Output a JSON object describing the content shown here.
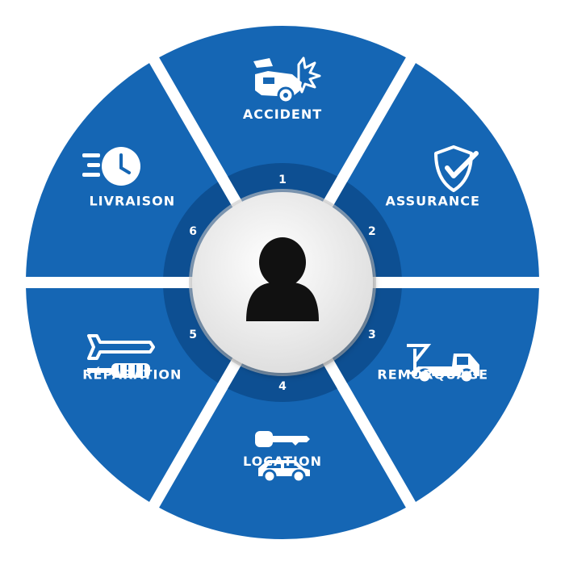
{
  "colors": {
    "segment": "#1566b4",
    "segment_highlight": "#1a72c4",
    "ring_dark": "#0d4f92",
    "ring_mid": "#125ca6",
    "gap": "#f1f1f1",
    "center_fill": "#f3f3f3",
    "center_shadow": "#bdbdbd",
    "icon": "#ffffff",
    "person": "#111111"
  },
  "center": {
    "icon": "person-icon"
  },
  "segments": [
    {
      "number": "1",
      "label": "ACCIDENT",
      "icon": "car-crash-icon"
    },
    {
      "number": "2",
      "label": "ASSURANCE",
      "icon": "shield-check-icon"
    },
    {
      "number": "3",
      "label": "REMORQUAGE",
      "icon": "tow-truck-icon"
    },
    {
      "number": "4",
      "label": "LOCATION",
      "icon": "car-key-icon"
    },
    {
      "number": "5",
      "label": "RÉPARATION",
      "icon": "tools-icon"
    },
    {
      "number": "6",
      "label": "LIVRAISON",
      "icon": "fast-clock-icon"
    }
  ]
}
